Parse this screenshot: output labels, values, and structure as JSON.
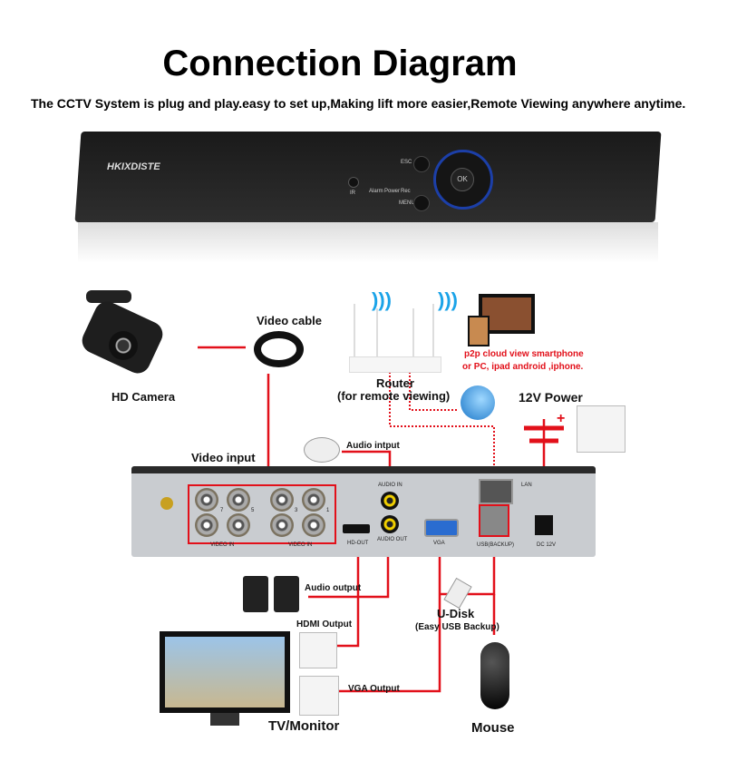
{
  "title": "Connection Diagram",
  "subtitle": "The CCTV System is plug and play.easy to set up,Making lift more easier,Remote Viewing anywhere anytime.",
  "dvr_front": {
    "brand": "HKIXDISTE",
    "esc": "ESC",
    "menu": "MENU",
    "ok": "OK",
    "ir": "IR",
    "alarm": "Alarm",
    "power": "Power",
    "rec": "Rec"
  },
  "labels": {
    "hd_camera": "HD Camera",
    "video_cable": "Video cable",
    "router": "Router",
    "router_sub": "(for remote viewing)",
    "p2p_line1": "p2p cloud  view smartphone",
    "p2p_line2": "or PC, ipad android ,iphone.",
    "power": "12V Power",
    "video_input": "Video input",
    "audio_input": "Audio intput",
    "audio_output": "Audio output",
    "hdmi_output": "HDMI Output",
    "vga_output": "VGA Output",
    "udisk": "U-Disk",
    "udisk_sub": "(Easy USB Backup)",
    "tv": "TV/Monitor",
    "mouse": "Mouse"
  },
  "rear_ports": {
    "video_in_1": "VIDEO IN",
    "video_in_2": "VIDEO IN",
    "hd_out": "HD-OUT",
    "audio_in": "AUDIO IN",
    "audio_out": "AUDIO OUT",
    "vga": "VGA",
    "lan": "LAN",
    "usb": "USB(BACKUP)",
    "dc": "DC 12V",
    "ch7": "7",
    "ch5": "5",
    "ch3": "3",
    "ch1": "1"
  },
  "colors": {
    "line": "#e2101a",
    "wifi": "#1aa3e8",
    "ring": "#1c3fa8"
  }
}
